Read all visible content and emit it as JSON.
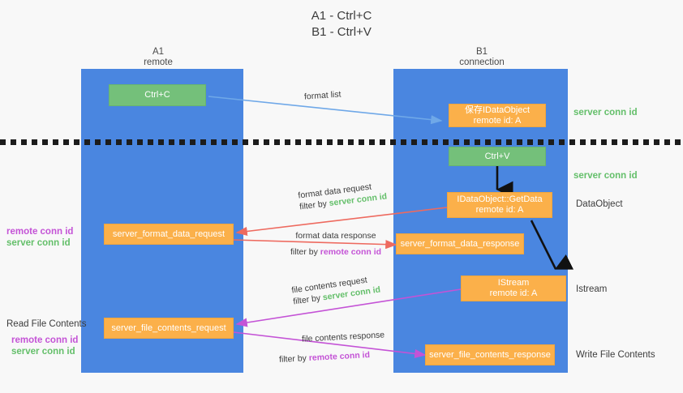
{
  "title": {
    "line1": "A1 - Ctrl+C",
    "line2": "B1 - Ctrl+V"
  },
  "columns": [
    {
      "name": "A1",
      "sub": "remote"
    },
    {
      "name": "B1",
      "sub": "connection"
    }
  ],
  "colors": {
    "lane": "#4a86e0",
    "orange_box": "#fbb04a",
    "green_box": "#74c07a",
    "server_conn": "#64bf6a",
    "remote_conn": "#c453d6",
    "arrow_blue": "#6fa8e8",
    "arrow_red": "#ee6a5f",
    "arrow_magenta": "#c453d6",
    "arrow_black": "#111111",
    "background": "#f8f8f8",
    "dashed_line": "#1c1c1c"
  },
  "boxes": {
    "ctrl_c": "Ctrl+C",
    "ctrl_v": "Ctrl+V",
    "save_idataobject_l1": "保存IDataObject",
    "save_idataobject_l2": "remote id: A",
    "getdata_l1": "IDataObject::GetData",
    "getdata_l2": "remote id: A",
    "istream_l1": "IStream",
    "istream_l2": "remote id: A",
    "server_format_data_request": "server_format_data_request",
    "server_format_data_response": "server_format_data_response",
    "server_file_contents_request": "server_file_contents_request",
    "server_file_contents_response": "server_file_contents_response"
  },
  "right_annotations": [
    {
      "text": "server conn id",
      "style": "green"
    },
    {
      "text": "server conn id",
      "style": "green"
    },
    {
      "text": "DataObject",
      "style": "black"
    },
    {
      "text": "Istream",
      "style": "black"
    },
    {
      "text": "Write File Contents",
      "style": "black"
    }
  ],
  "left_annotations": {
    "remote_conn_id": "remote conn id",
    "server_conn_id": "server conn id",
    "read_file_contents": "Read File Contents"
  },
  "edge_labels": {
    "format_list": "format list",
    "format_data_request": "format data request",
    "format_data_response": "format data response",
    "file_contents_request": "file contents request",
    "file_contents_response": "file contents response",
    "filter_by": "filter by",
    "server_conn_id": "server conn id",
    "remote_conn_id": "remote conn id"
  }
}
